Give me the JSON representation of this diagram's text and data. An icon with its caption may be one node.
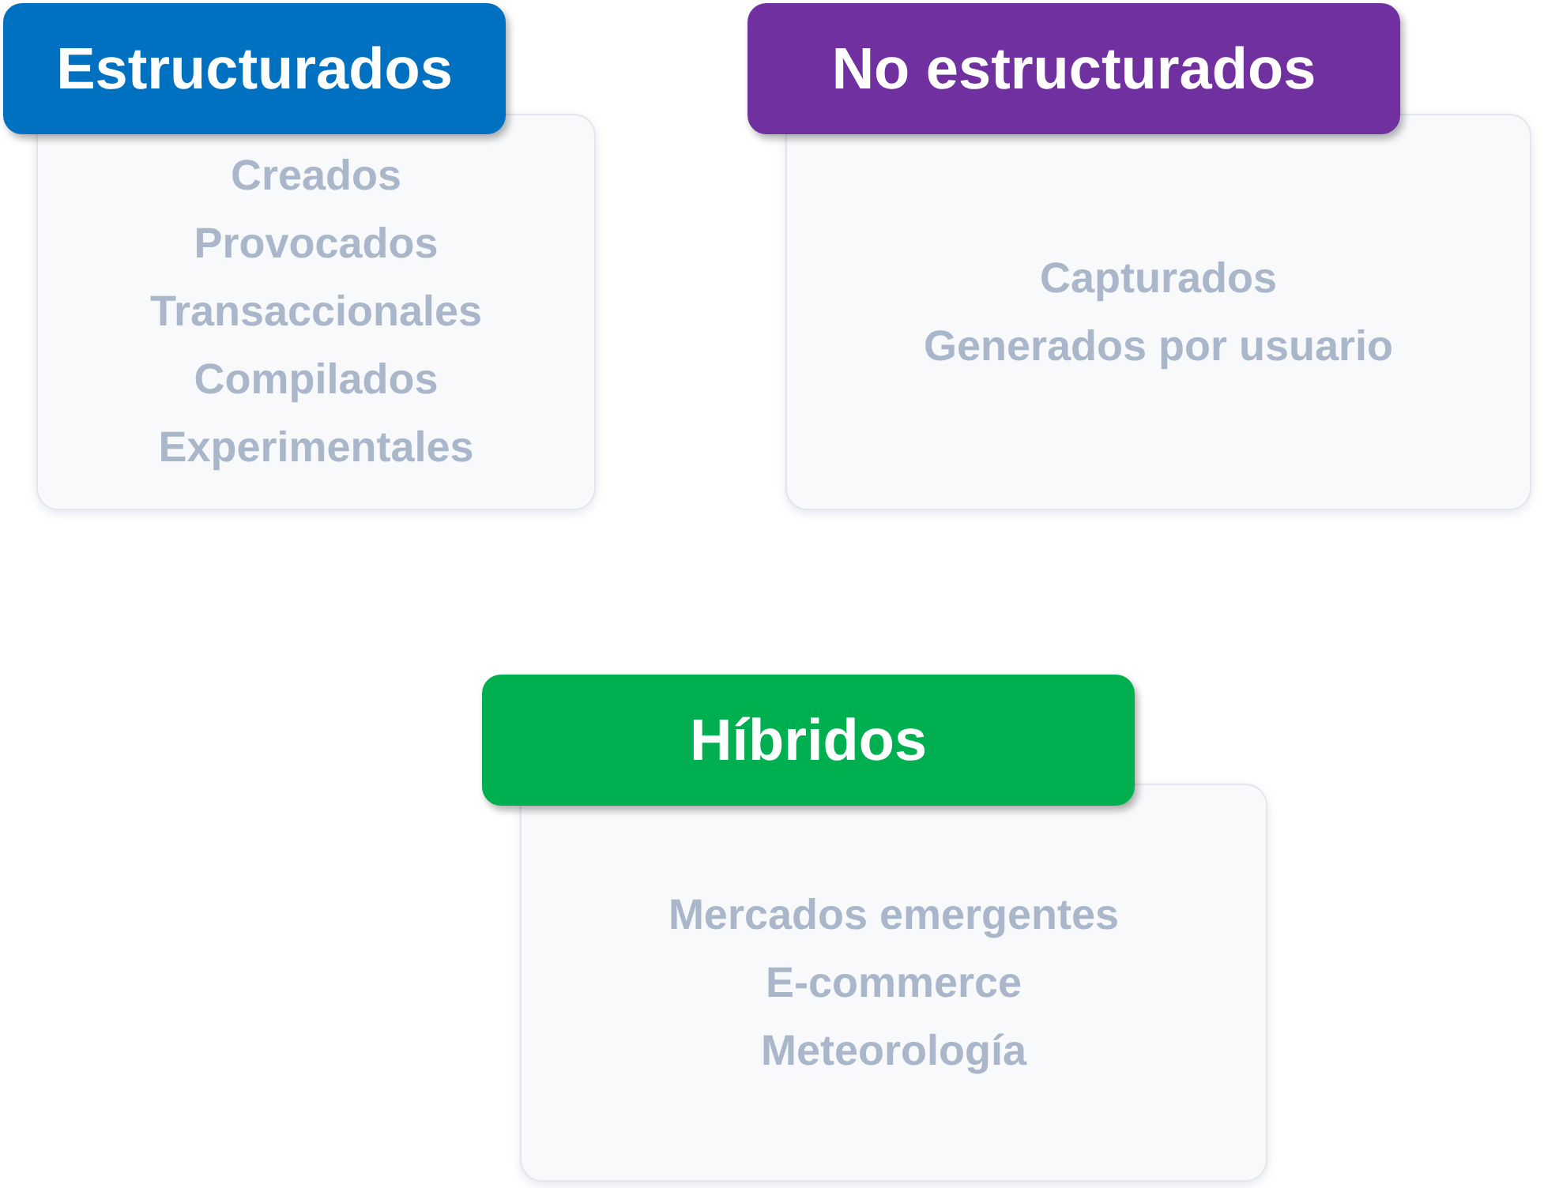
{
  "diagram": {
    "nodes": [
      {
        "text": [
          "Estructurados"
        ]
      },
      {
        "text": [
          "Creados",
          "Provocados",
          "Transaccionales",
          "Compilados",
          "Experimentales"
        ]
      },
      {
        "text": [
          "No estructurados"
        ]
      },
      {
        "text": [
          "Capturados",
          "Generados por usuario"
        ]
      },
      {
        "text": [
          "Híbridos"
        ]
      },
      {
        "text": [
          "Mercados emergentes",
          "E-commerce",
          "Meteorología"
        ]
      }
    ]
  }
}
